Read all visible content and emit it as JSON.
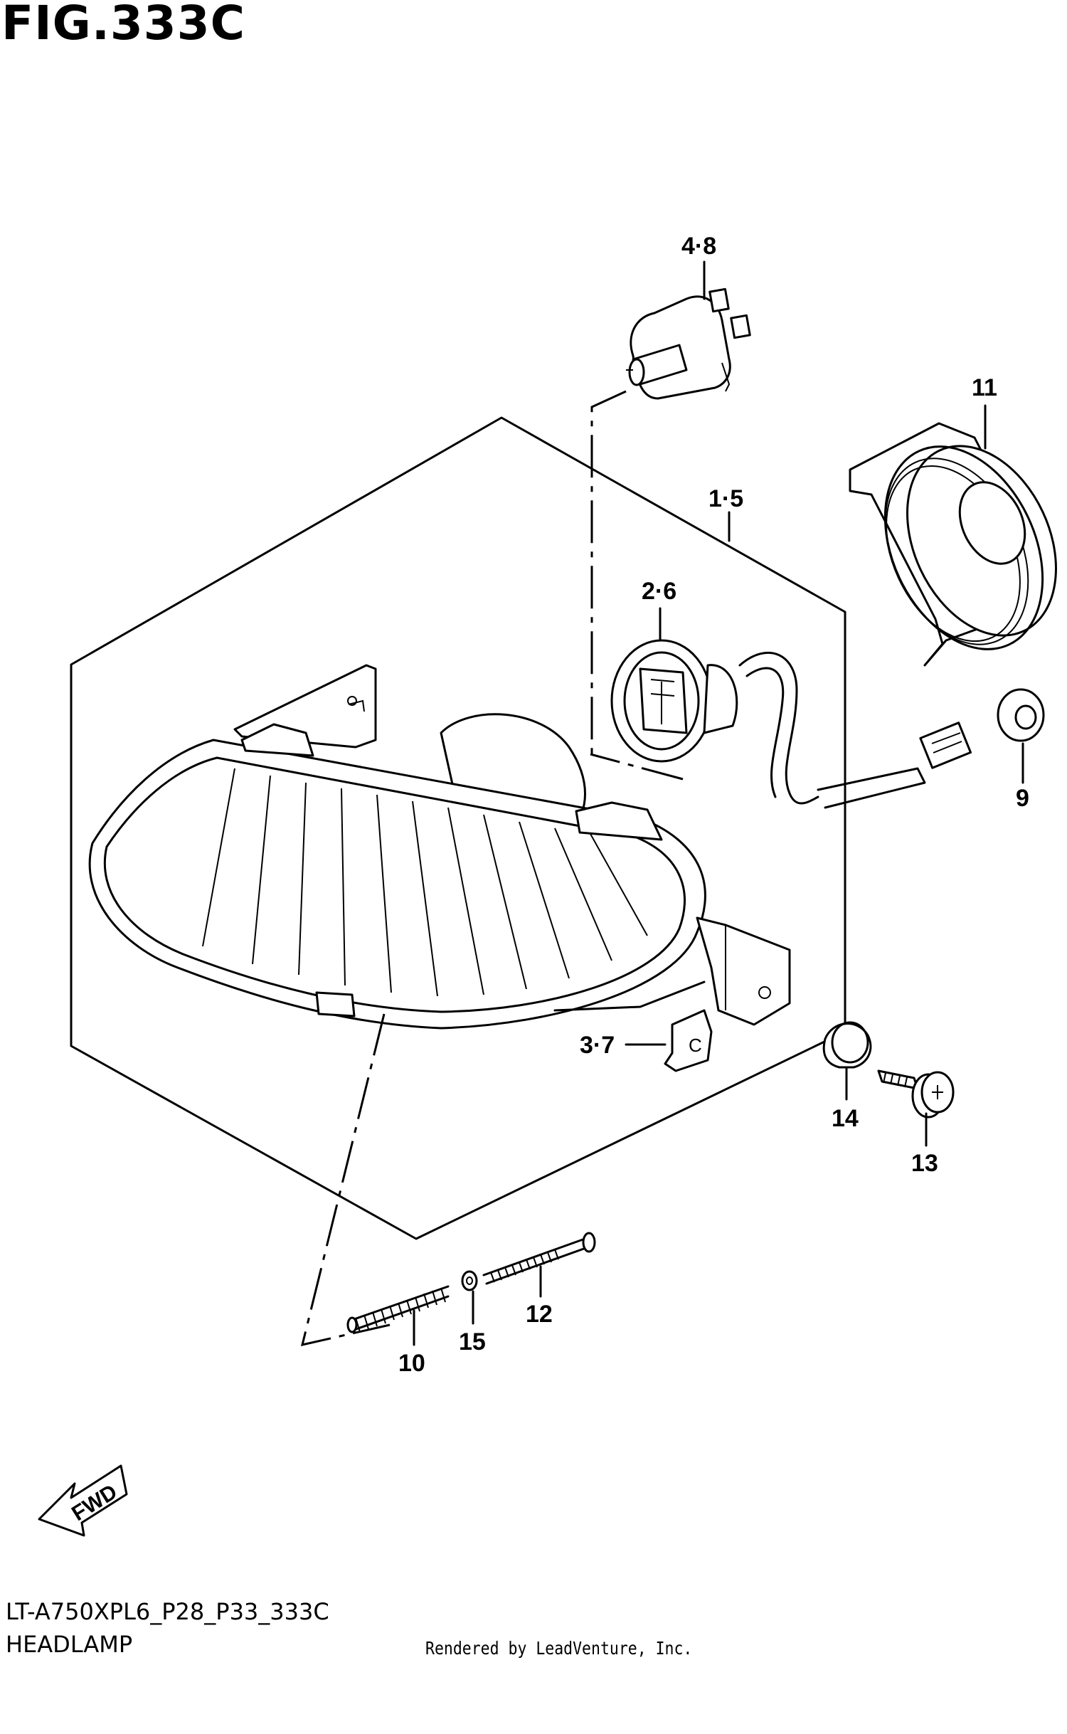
{
  "figure": {
    "title": "FIG.333C"
  },
  "footer": {
    "model_code": "LT-A750XPL6_P28_P33_333C",
    "section_name": "HEADLAMP",
    "credit": "Rendered by LeadVenture, Inc."
  },
  "fwd_indicator": {
    "label": "FWD"
  },
  "callouts": [
    {
      "id": "c-4-8",
      "label": "4·8"
    },
    {
      "id": "c-11",
      "label": "11"
    },
    {
      "id": "c-1-5",
      "label": "1·5"
    },
    {
      "id": "c-2-6",
      "label": "2·6"
    },
    {
      "id": "c-9",
      "label": "9"
    },
    {
      "id": "c-3-7",
      "label": "3·7"
    },
    {
      "id": "c-14",
      "label": "14"
    },
    {
      "id": "c-13",
      "label": "13"
    },
    {
      "id": "c-12",
      "label": "12"
    },
    {
      "id": "c-15",
      "label": "15"
    },
    {
      "id": "c-10",
      "label": "10"
    }
  ]
}
